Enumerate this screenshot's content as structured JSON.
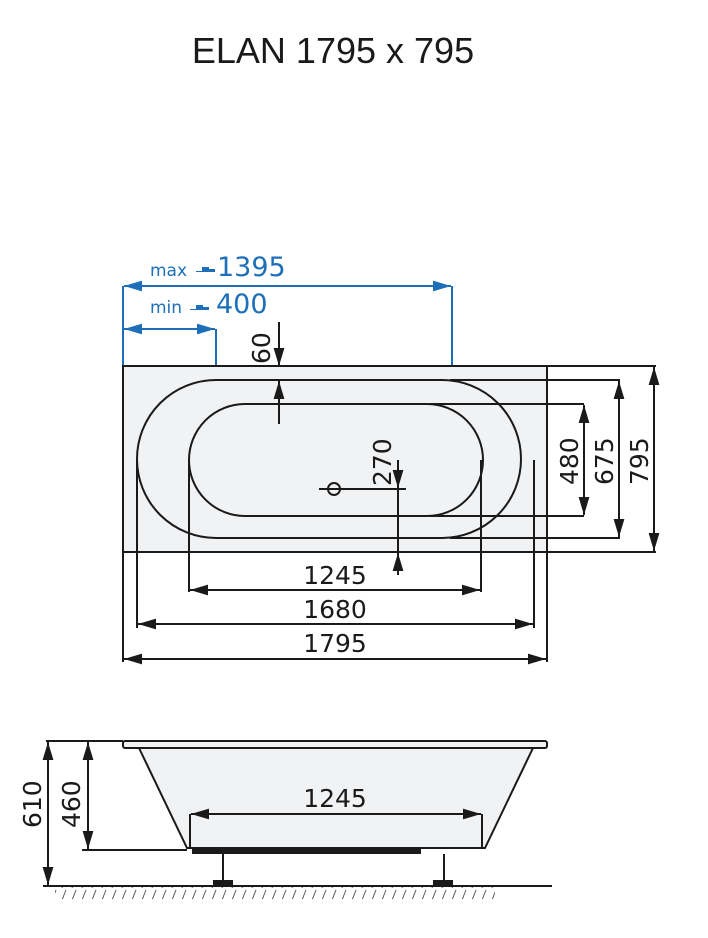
{
  "title": "ELAN 1795 x 795",
  "colors": {
    "line": "#1a1a1a",
    "accent_blue": "#1c6fb8",
    "tub_fill": "#f1f2f4"
  },
  "top_view": {
    "faucet_max": {
      "label": "max",
      "icon": "faucet-icon",
      "value": "1395"
    },
    "faucet_min": {
      "label": "min",
      "icon": "faucet-icon",
      "value": "400"
    },
    "drain_offset_top": "60",
    "drain_offset_center": "270",
    "widths": {
      "inner": "1245",
      "middle": "1680",
      "outer": "1795"
    },
    "heights": {
      "inner": "480",
      "middle": "675",
      "outer": "795"
    }
  },
  "side_view": {
    "total_height": "610",
    "tub_depth": "460",
    "bottom_length": "1245"
  }
}
